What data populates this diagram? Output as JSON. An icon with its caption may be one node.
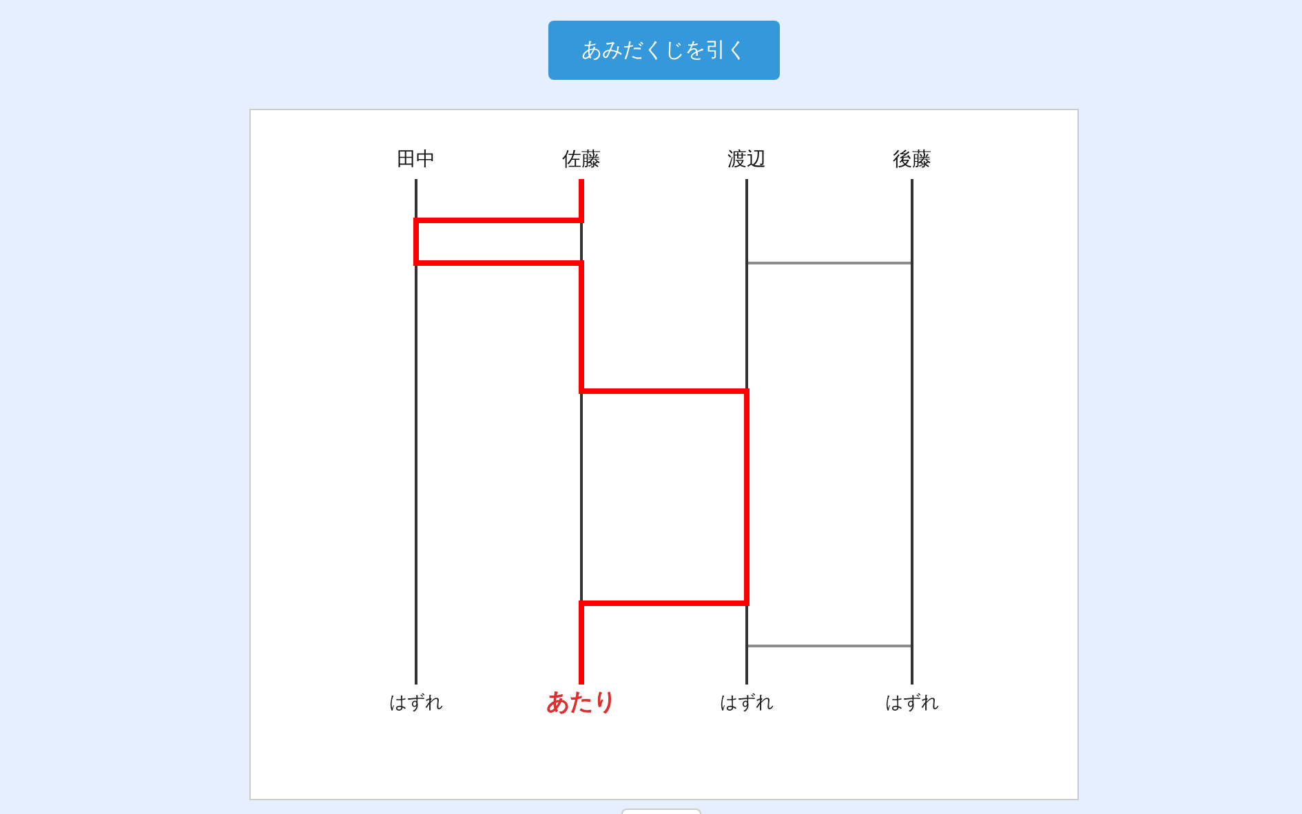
{
  "diagram": {
    "nodes": [
      {
        "text": [
          "あみだくじを引く"
        ]
      },
      {
        "text": [],
        "shape": "box"
      },
      {
        "text": [
          "田中"
        ],
        "in": 1
      },
      {
        "text": [
          "佐藤"
        ],
        "in": 1
      },
      {
        "text": [
          "渡辺"
        ],
        "in": 1
      },
      {
        "text": [
          "後藤"
        ],
        "in": 1
      },
      {
        "text": [
          "はずれ"
        ],
        "in": 1
      },
      {
        "text": [
          "あたり"
        ],
        "in": 1
      },
      {
        "text": [
          "はずれ"
        ],
        "in": 1
      },
      {
        "text": [
          "はずれ"
        ],
        "in": 1
      }
    ],
    "edges": [
      {
        "from": 2,
        "to": 6,
        "arrow": "none"
      },
      {
        "from": 4,
        "to": 8,
        "arrow": "none"
      },
      {
        "from": 5,
        "to": 9,
        "arrow": "none"
      },
      {
        "from": 3,
        "to": 7,
        "arrow": "none",
        "style": "thick",
        "color": "#ff0000"
      }
    ]
  }
}
